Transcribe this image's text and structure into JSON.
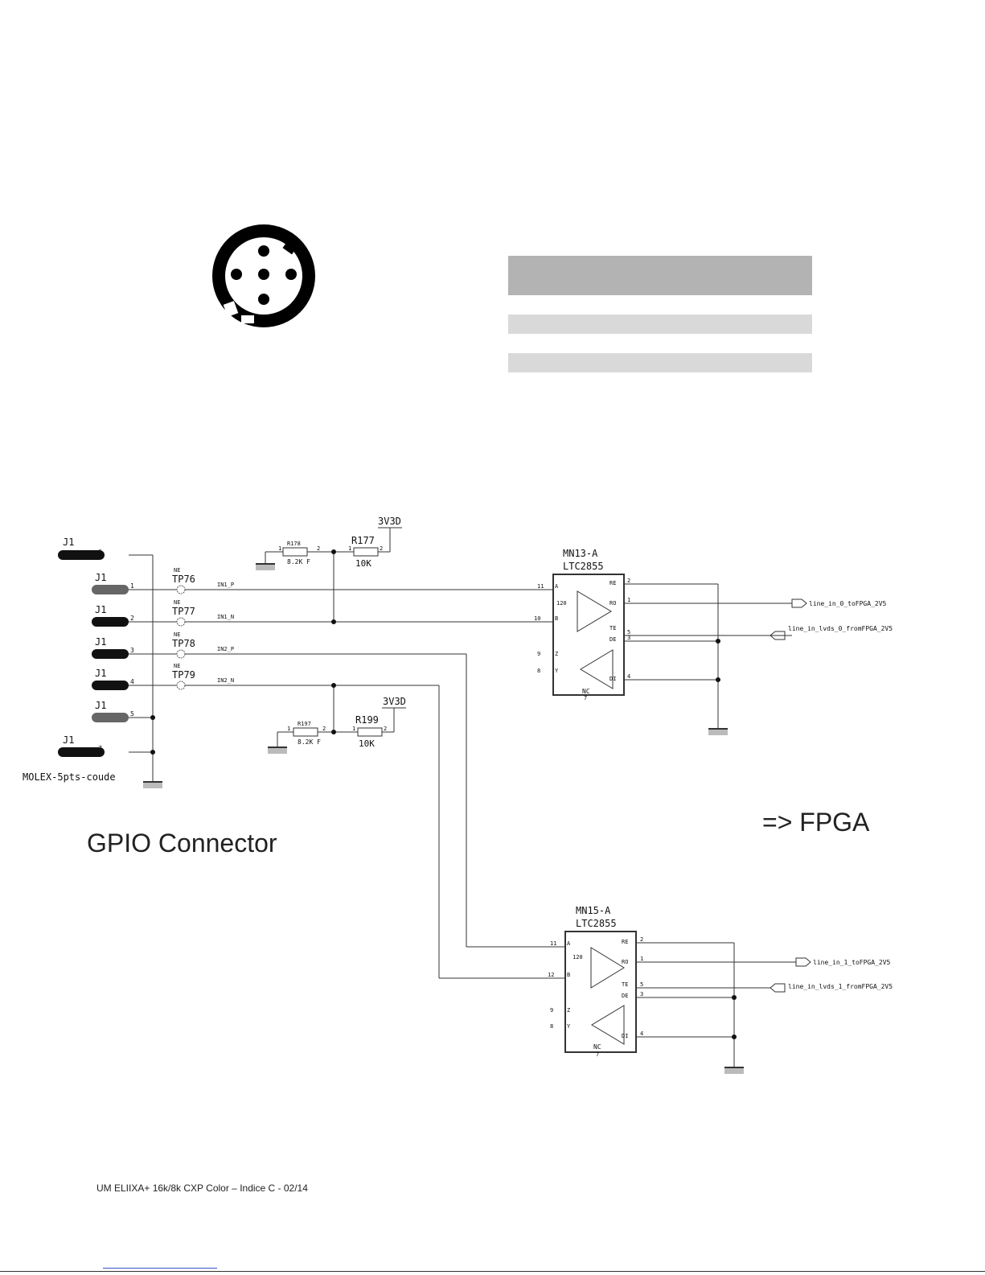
{
  "connector": {
    "icon": "circular-5-pin-connector-icon",
    "color": "#000000"
  },
  "pin_table": {
    "header_color": "#b3b3b3",
    "band_color": "#d9d9d9"
  },
  "schematic": {
    "connector_pins": [
      {
        "ref": "J1",
        "pin": "6"
      },
      {
        "ref": "J1",
        "pin": "1"
      },
      {
        "ref": "J1",
        "pin": "2"
      },
      {
        "ref": "J1",
        "pin": "3"
      },
      {
        "ref": "J1",
        "pin": "4"
      },
      {
        "ref": "J1",
        "pin": "5"
      },
      {
        "ref": "J1",
        "pin": "7"
      }
    ],
    "connector_part": "MOLEX-5pts-coude",
    "test_points": [
      {
        "nc": "NE",
        "ref": "TP76",
        "net": "IN1_P"
      },
      {
        "nc": "NE",
        "ref": "TP77",
        "net": "IN1_N"
      },
      {
        "nc": "NE",
        "ref": "TP78",
        "net": "IN2_P"
      },
      {
        "nc": "NE",
        "ref": "TP79",
        "net": "IN2_N"
      }
    ],
    "resistors_top": {
      "r1": {
        "ref": "R178",
        "value": "8.2K F",
        "pin1": "1",
        "pin2": "2"
      },
      "r2": {
        "ref": "R177",
        "value": "10K",
        "pin1": "1",
        "pin2": "2"
      },
      "supply": "3V3D"
    },
    "resistors_bottom": {
      "r1": {
        "ref": "R197",
        "value": "8.2K F",
        "pin1": "1",
        "pin2": "2"
      },
      "r2": {
        "ref": "R199",
        "value": "10K",
        "pin1": "1",
        "pin2": "2"
      },
      "supply": "3V3D"
    },
    "ic_top": {
      "ref": "MN13-A",
      "part": "LTC2855",
      "left_pins": [
        {
          "num": "11",
          "name": "A"
        },
        {
          "num": "10",
          "name": "B"
        },
        {
          "num": "9",
          "name": "Z"
        },
        {
          "num": "8",
          "name": "Y"
        }
      ],
      "right_pins": [
        {
          "num": "2",
          "name": "RE"
        },
        {
          "num": "1",
          "name": "RO"
        },
        {
          "num": "5",
          "name": "TE"
        },
        {
          "num": "3",
          "name": "DE"
        },
        {
          "num": "4",
          "name": "DI"
        }
      ],
      "term": "120",
      "nc": "NC",
      "nc_pin": "7",
      "out_net": "line_in_0_toFPGA_2V5",
      "in_net": "line_in_lvds_0_fromFPGA_2V5"
    },
    "ic_bottom": {
      "ref": "MN15-A",
      "part": "LTC2855",
      "left_pins": [
        {
          "num": "11",
          "name": "A"
        },
        {
          "num": "12",
          "name": "B"
        },
        {
          "num": "9",
          "name": "Z"
        },
        {
          "num": "8",
          "name": "Y"
        }
      ],
      "right_pins": [
        {
          "num": "2",
          "name": "RE"
        },
        {
          "num": "1",
          "name": "RO"
        },
        {
          "num": "5",
          "name": "TE"
        },
        {
          "num": "3",
          "name": "DE"
        },
        {
          "num": "4",
          "name": "DI"
        }
      ],
      "term": "120",
      "nc": "NC",
      "nc_pin": "7",
      "out_net": "line_in_1_toFPGA_2V5",
      "in_net": "line_in_lvds_1_fromFPGA_2V5"
    },
    "gpio_title": "GPIO Connector",
    "fpga_title": "=> FPGA"
  },
  "footer": {
    "text": "UM ELIIXA+ 16k/8k CXP Color – Indice C - 02/14",
    "link_color": "#3a56c8"
  }
}
